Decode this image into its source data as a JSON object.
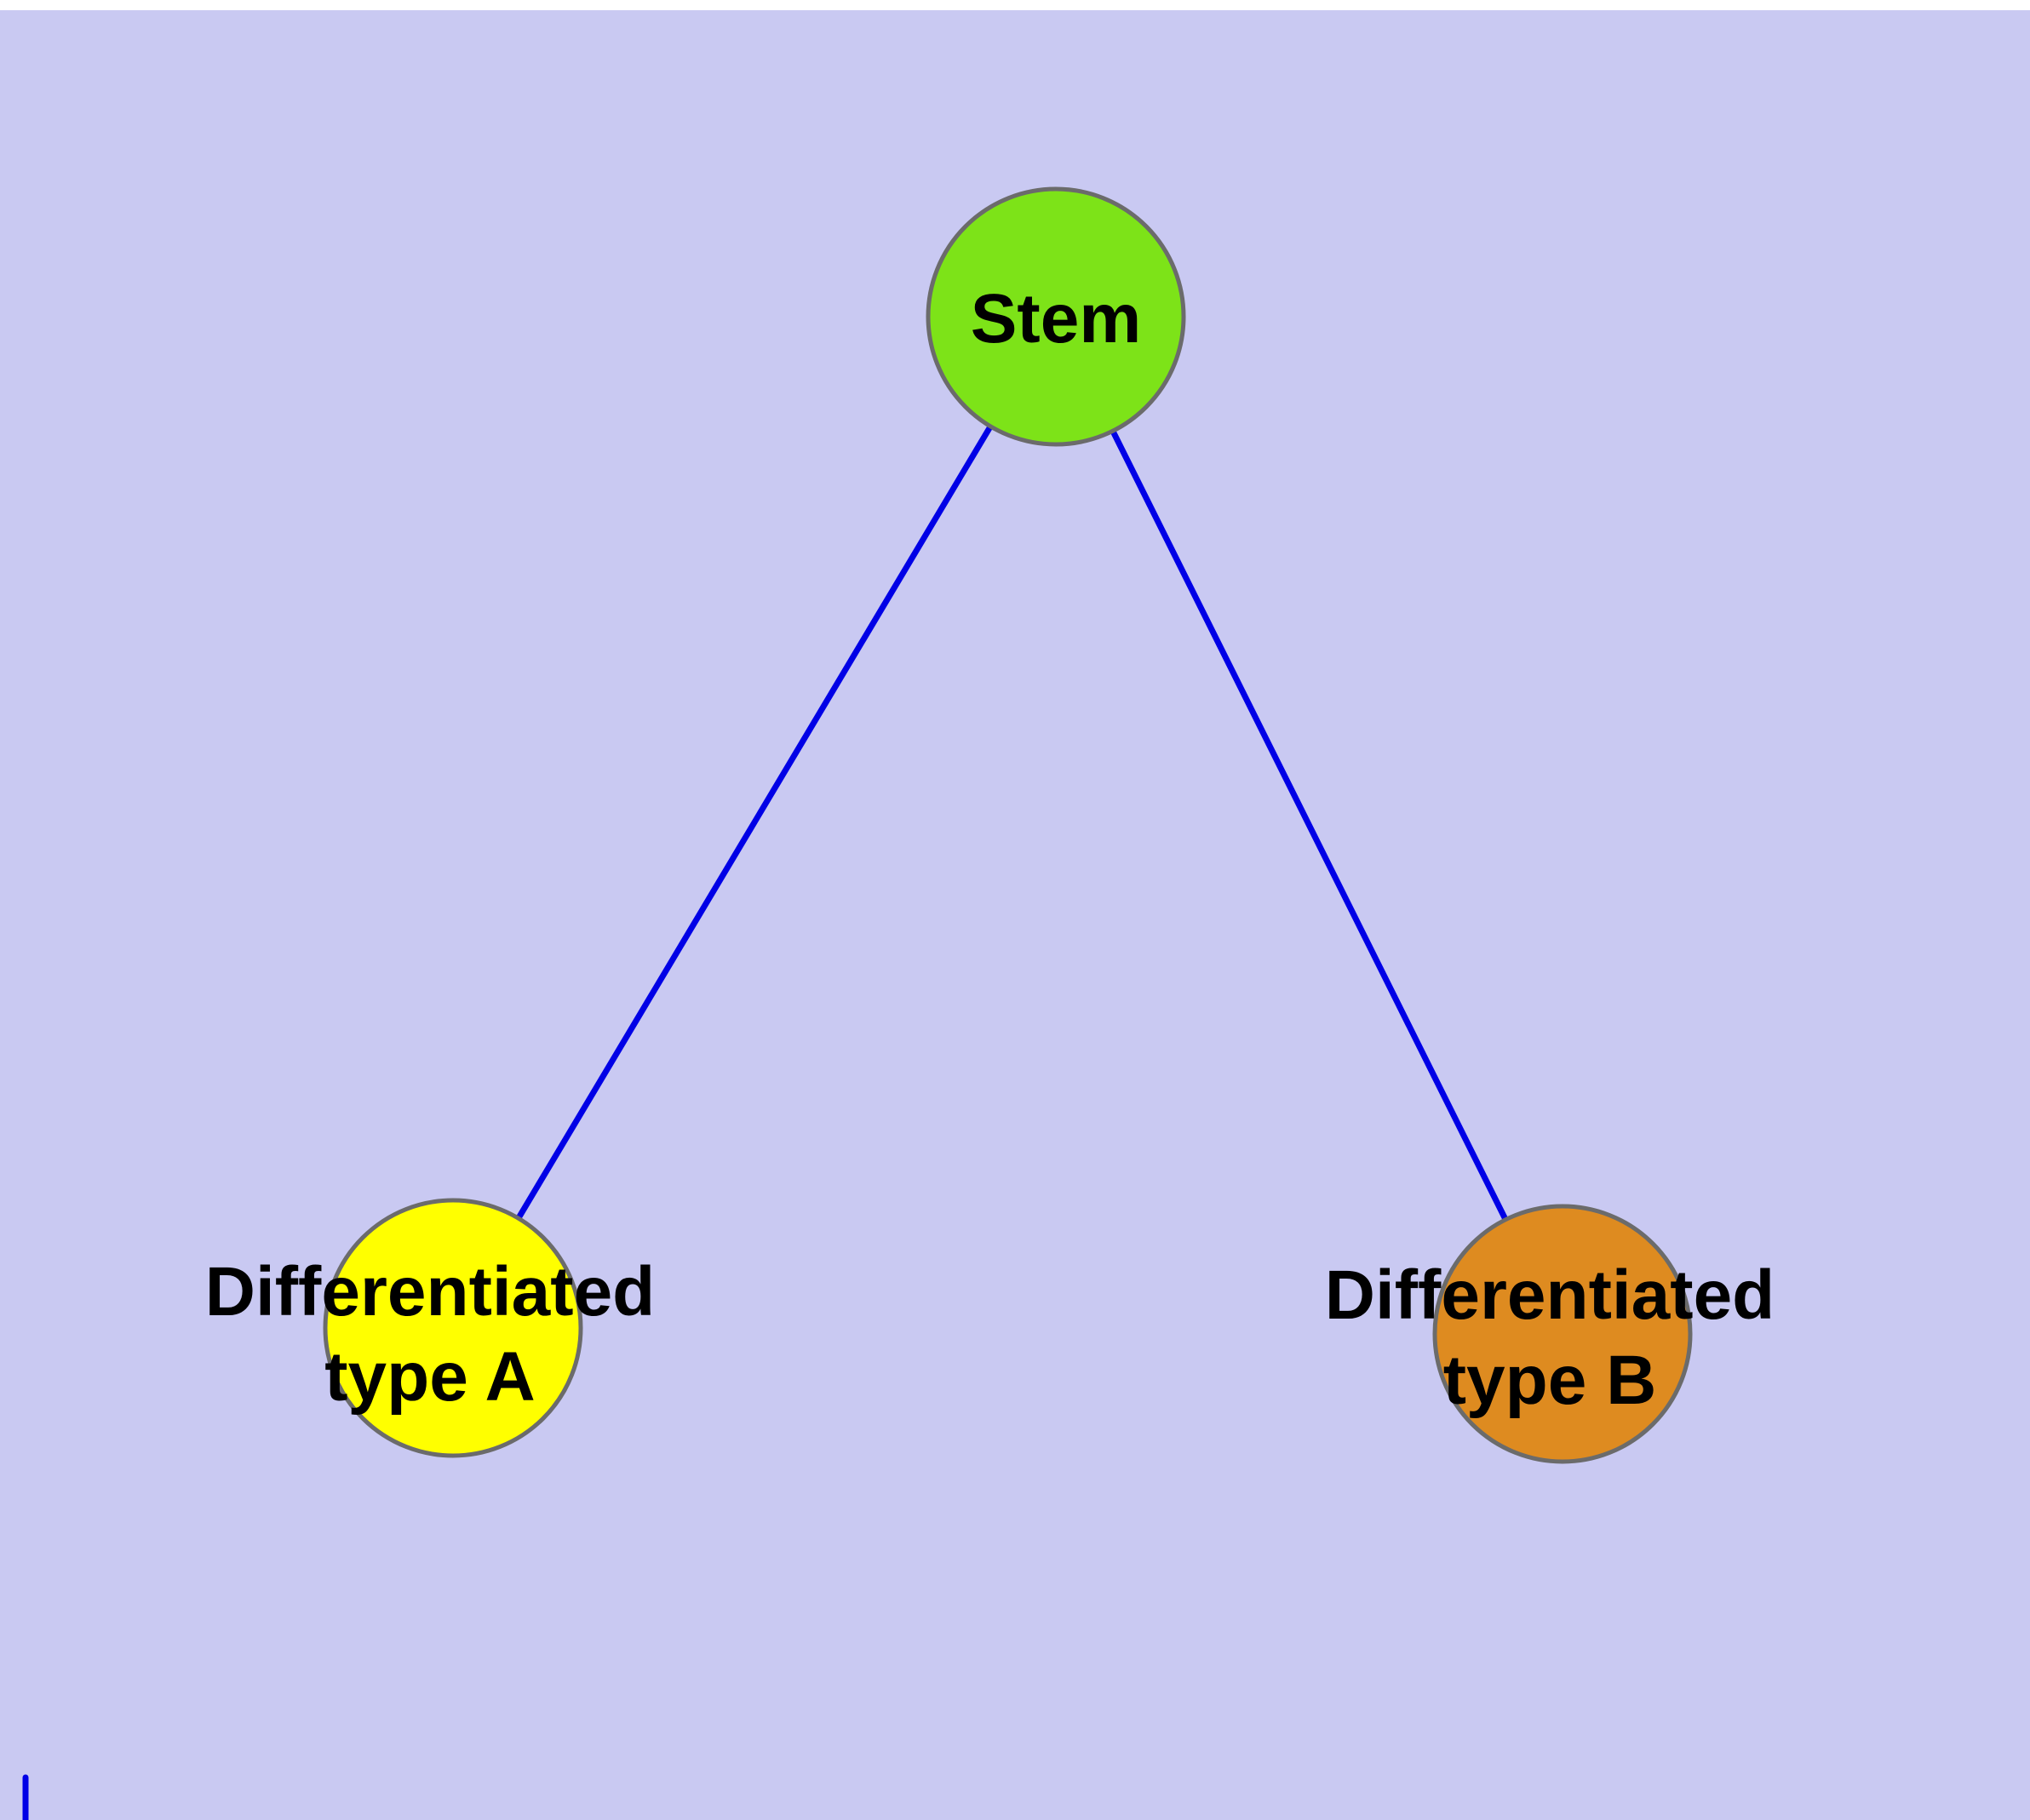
{
  "colors": {
    "background": "#c9c9f2",
    "edge": "#0000e6",
    "node_border": "#6b6b6b",
    "stem_fill": "#7de318",
    "type_a_fill": "#ffff00",
    "type_b_fill": "#de8b20",
    "label_color": "#000000"
  },
  "nodes": [
    {
      "id": "stem",
      "label": "Stem",
      "fill": "#7de318"
    },
    {
      "id": "differentiated-a",
      "label_line1": "Differentiated",
      "label_line2": "type A",
      "fill": "#ffff00"
    },
    {
      "id": "differentiated-b",
      "label_line1": "Differentiated",
      "label_line2": "type B",
      "fill": "#de8b20"
    }
  ],
  "edges": [
    {
      "from": "Stem",
      "to": "Differentiated type A"
    },
    {
      "from": "Stem",
      "to": "Differentiated type B"
    }
  ]
}
